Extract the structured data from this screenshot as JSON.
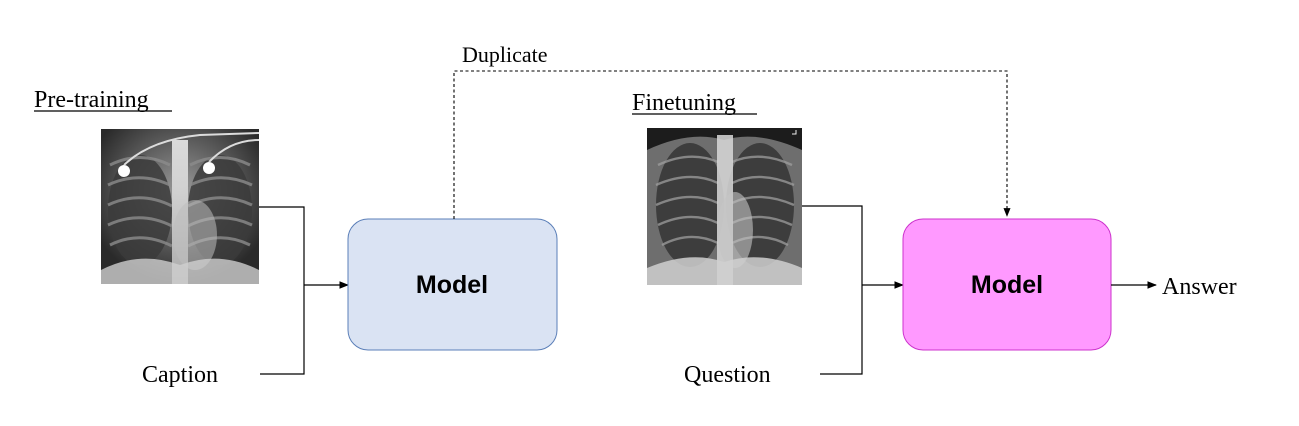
{
  "pretraining": {
    "title": "Pre-training",
    "caption_label": "Caption",
    "model_label": "Model",
    "model_color": "#dae3f3",
    "model_border": "#5b7fb8"
  },
  "finetuning": {
    "title": "Finetuning",
    "question_label": "Question",
    "model_label": "Model",
    "model_color": "#ff99ff",
    "model_border": "#cc33cc",
    "answer_label": "Answer"
  },
  "duplicate_label": "Duplicate"
}
